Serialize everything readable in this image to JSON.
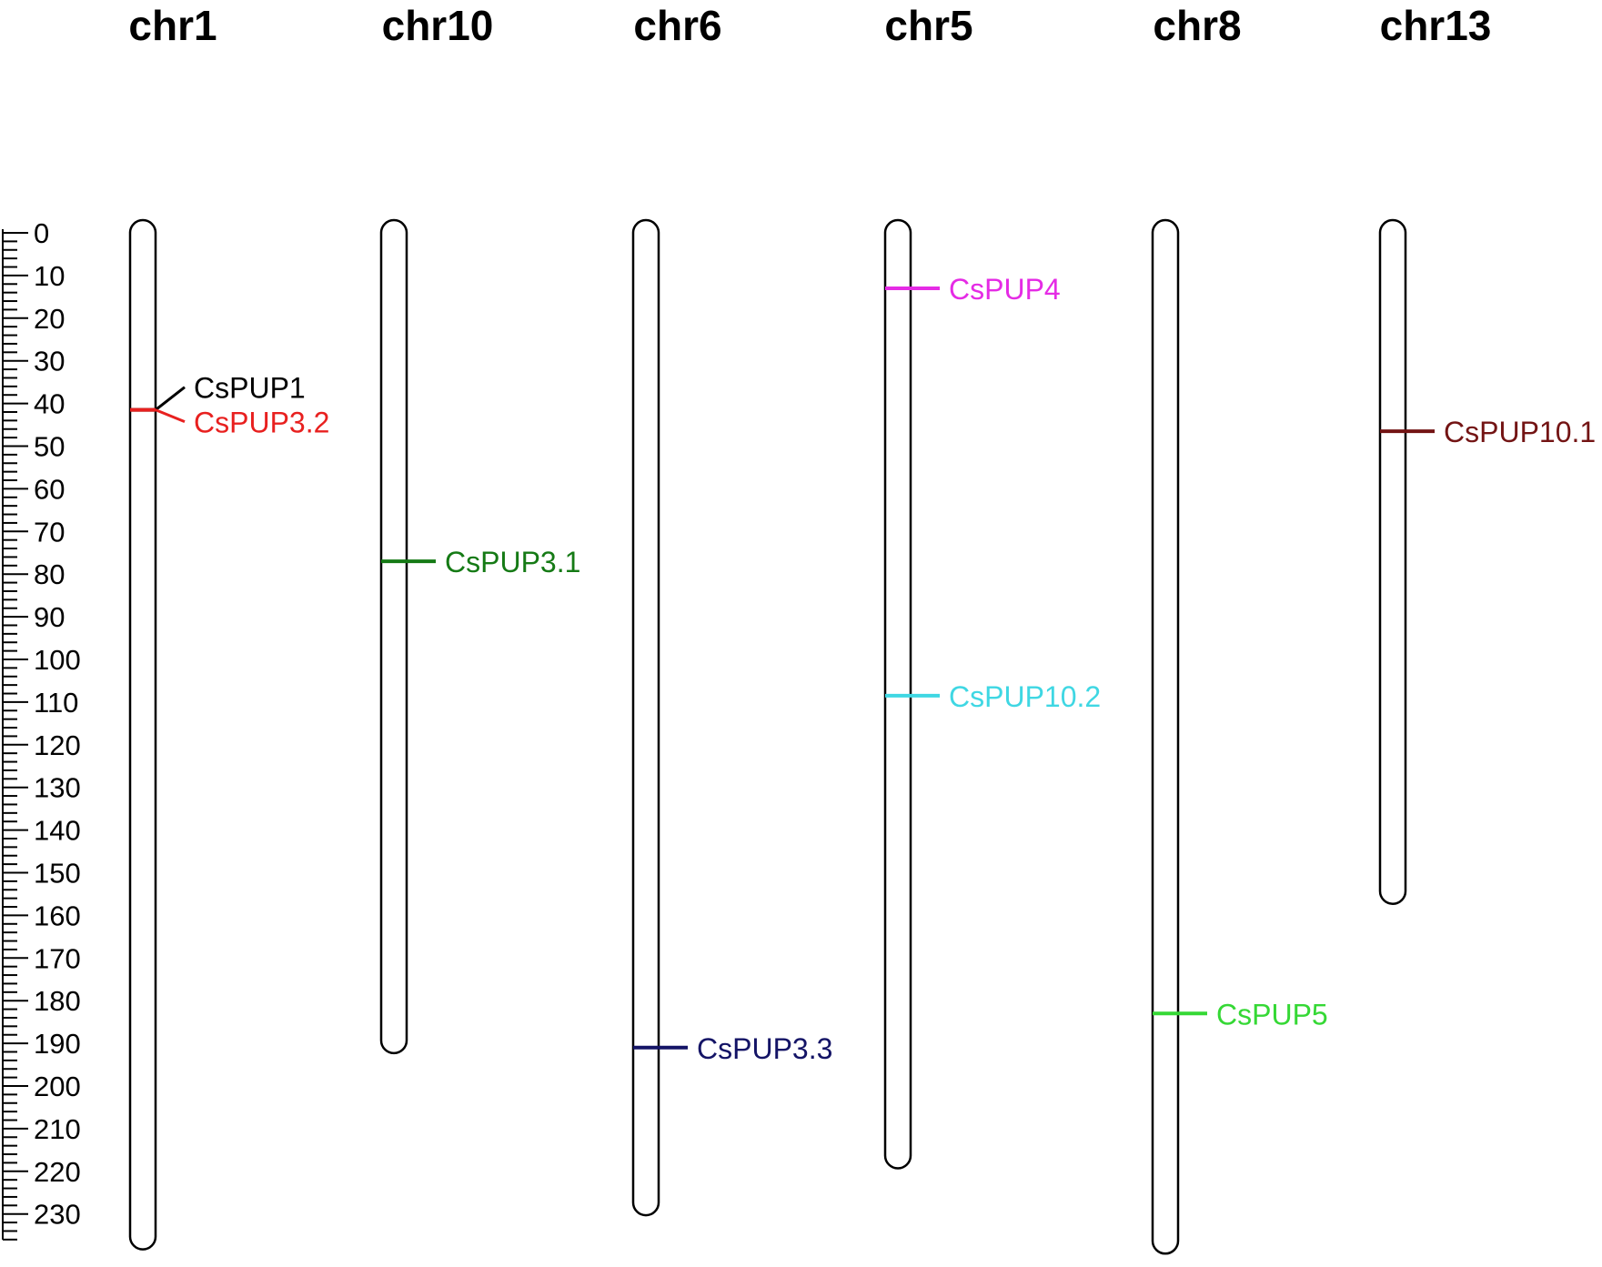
{
  "chart_data": {
    "type": "chromosome-map",
    "scale": {
      "min": 0,
      "max": 230,
      "major_step": 10,
      "minor_step": 2,
      "tick_labels": [
        "0",
        "10",
        "20",
        "30",
        "40",
        "50",
        "60",
        "70",
        "80",
        "90",
        "100",
        "110",
        "120",
        "130",
        "140",
        "150",
        "160",
        "170",
        "180",
        "190",
        "200",
        "210",
        "220",
        "230"
      ]
    },
    "chromosomes": [
      {
        "name": "chr1",
        "length": 240
      },
      {
        "name": "chr10",
        "length": 194
      },
      {
        "name": "chr6",
        "length": 232
      },
      {
        "name": "chr5",
        "length": 221
      },
      {
        "name": "chr8",
        "length": 241
      },
      {
        "name": "chr13",
        "length": 159
      }
    ],
    "genes": [
      {
        "name": "CsPUP1",
        "chromosome": "chr1",
        "position": 41.5,
        "color": "#000000"
      },
      {
        "name": "CsPUP3.2",
        "chromosome": "chr1",
        "position": 41.5,
        "color": "#e8201f"
      },
      {
        "name": "CsPUP3.1",
        "chromosome": "chr10",
        "position": 77.0,
        "color": "#157a15"
      },
      {
        "name": "CsPUP3.3",
        "chromosome": "chr6",
        "position": 191.0,
        "color": "#141466"
      },
      {
        "name": "CsPUP4",
        "chromosome": "chr5",
        "position": 13.0,
        "color": "#e52be5"
      },
      {
        "name": "CsPUP10.2",
        "chromosome": "chr5",
        "position": 108.5,
        "color": "#3fd7e3"
      },
      {
        "name": "CsPUP5",
        "chromosome": "chr8",
        "position": 183.0,
        "color": "#35d835"
      },
      {
        "name": "CsPUP10.1",
        "chromosome": "chr13",
        "position": 46.5,
        "color": "#731414"
      }
    ]
  }
}
